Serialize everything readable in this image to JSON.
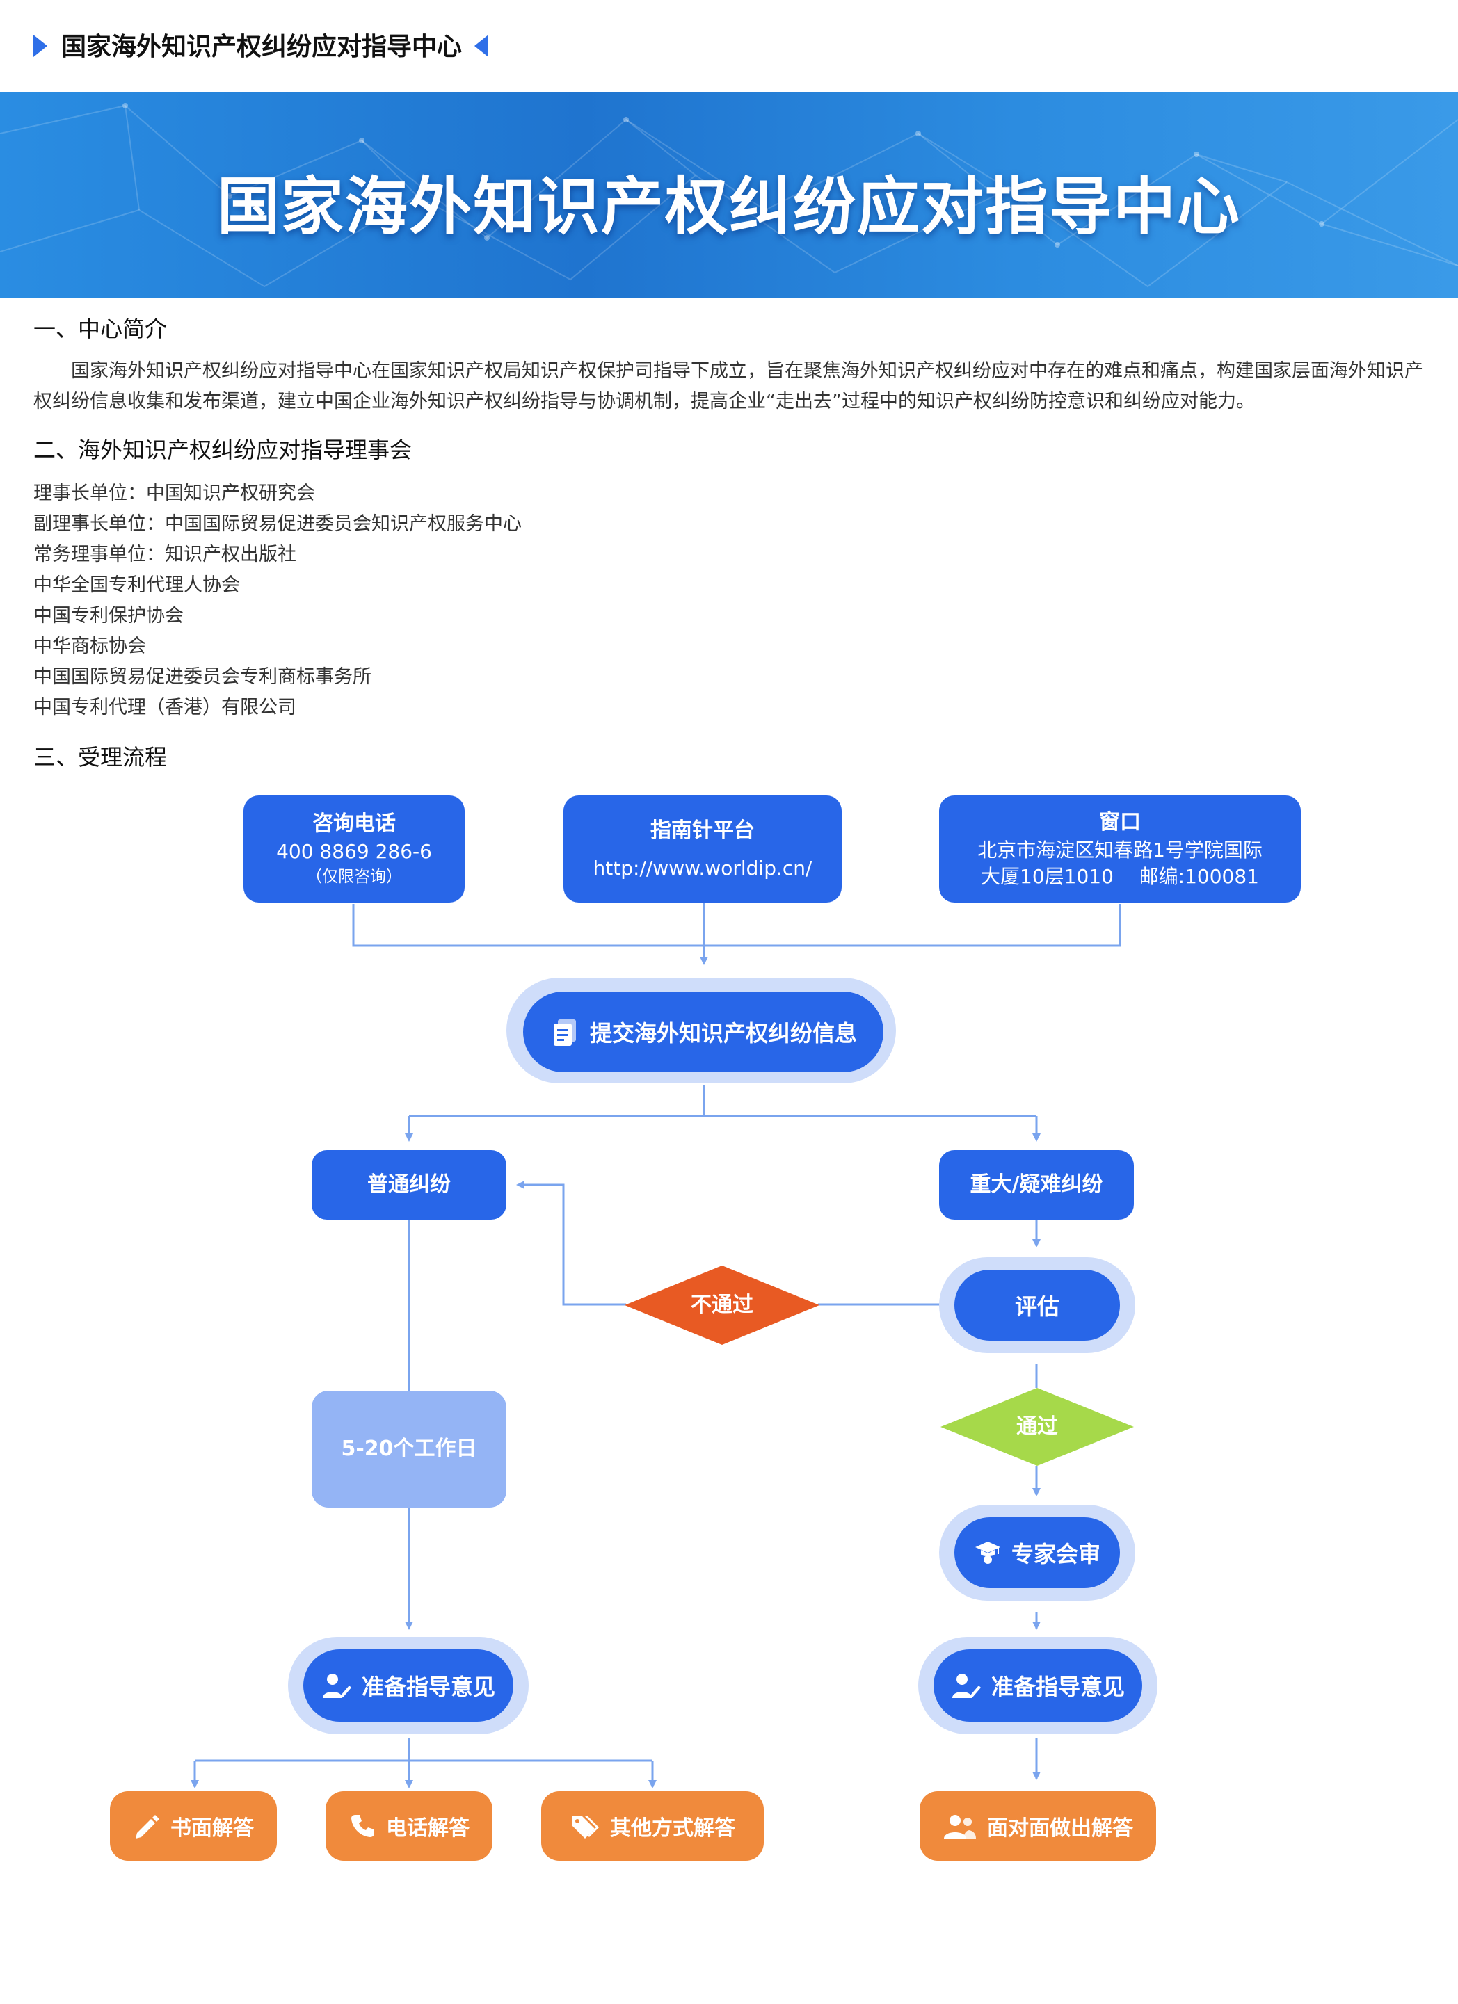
{
  "header": {
    "title": "国家海外知识产权纠纷应对指导中心"
  },
  "banner": {
    "title": "国家海外知识产权纠纷应对指导中心"
  },
  "section1": {
    "heading": "一、中心简介",
    "paragraph": "国家海外知识产权纠纷应对指导中心在国家知识产权局知识产权保护司指导下成立，旨在聚焦海外知识产权纠纷应对中存在的难点和痛点，构建国家层面海外知识产权纠纷信息收集和发布渠道，建立中国企业海外知识产权纠纷指导与协调机制，提高企业“走出去”过程中的知识产权纠纷防控意识和纠纷应对能力。"
  },
  "section2": {
    "heading": "二、海外知识产权纠纷应对指导理事会",
    "items": [
      "理事长单位：中国知识产权研究会",
      "副理事长单位：中国国际贸易促进委员会知识产权服务中心",
      "常务理事单位：知识产权出版社",
      "中华全国专利代理人协会",
      "中国专利保护协会",
      "中华商标协会",
      "中国国际贸易促进委员会专利商标事务所",
      "中国专利代理（香港）有限公司"
    ]
  },
  "section3": {
    "heading": "三、受理流程"
  },
  "flow": {
    "phone": {
      "title": "咨询电话",
      "number": "400 8869 286-6",
      "note": "（仅限咨询）"
    },
    "platform": {
      "title": "指南针平台",
      "url": "http://www.worldip.cn/"
    },
    "window": {
      "title": "窗口",
      "address_line1": "北京市海淀区知春路1号学院国际",
      "address_line2": "大厦10层1010",
      "postcode": "邮编:100081"
    },
    "submit": "提交海外知识产权纠纷信息",
    "normal": "普通纠纷",
    "major": "重大/疑难纠纷",
    "evaluate": "评估",
    "reject": "不通过",
    "pass": "通过",
    "workdays": "5-20个工作日",
    "expert": "专家会审",
    "prepare_left": "准备指导意见",
    "prepare_right": "准备指导意见",
    "written": "书面解答",
    "phone_answer": "电话解答",
    "other": "其他方式解答",
    "face": "面对面做出解答"
  },
  "colors": {
    "primary": "#2866e8",
    "halo": "#cfddfa",
    "orange": "#f08a3c",
    "red": "#e85a23",
    "green": "#a6d94a",
    "light": "#94b4f5",
    "line": "#7aa4ee"
  }
}
